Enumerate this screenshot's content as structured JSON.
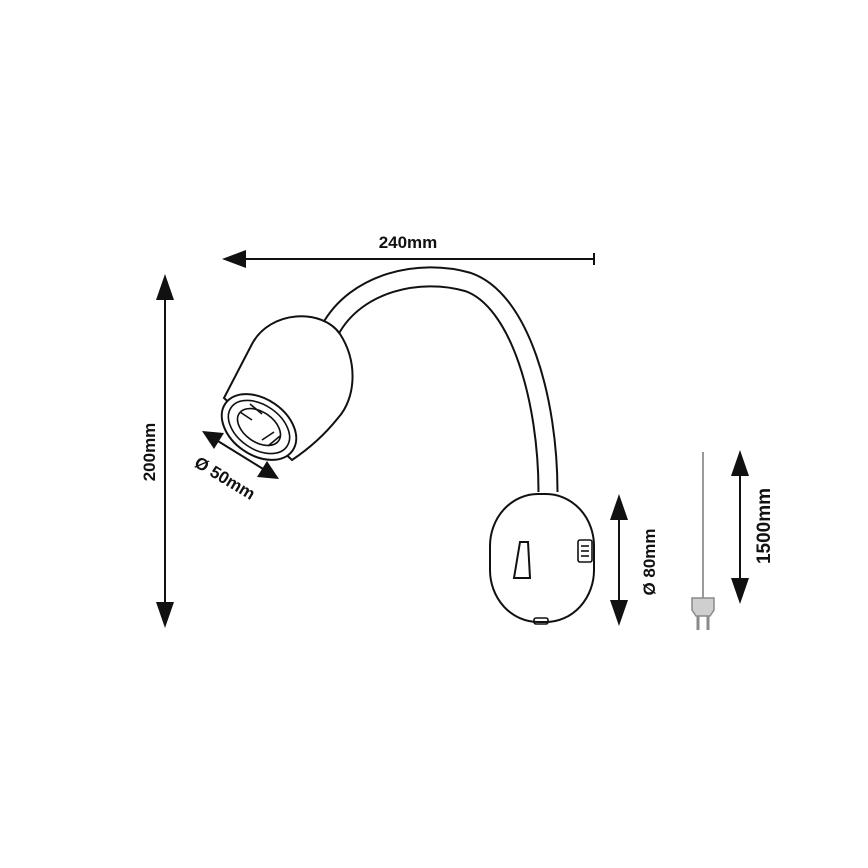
{
  "dimensions": {
    "width": "240mm",
    "height": "200mm",
    "head_diameter": "Ø 50mm",
    "base_diameter": "Ø 80mm",
    "cable_length": "1500mm"
  },
  "colors": {
    "line": "#111111",
    "cable": "#9a9a9a",
    "background": "#ffffff"
  }
}
